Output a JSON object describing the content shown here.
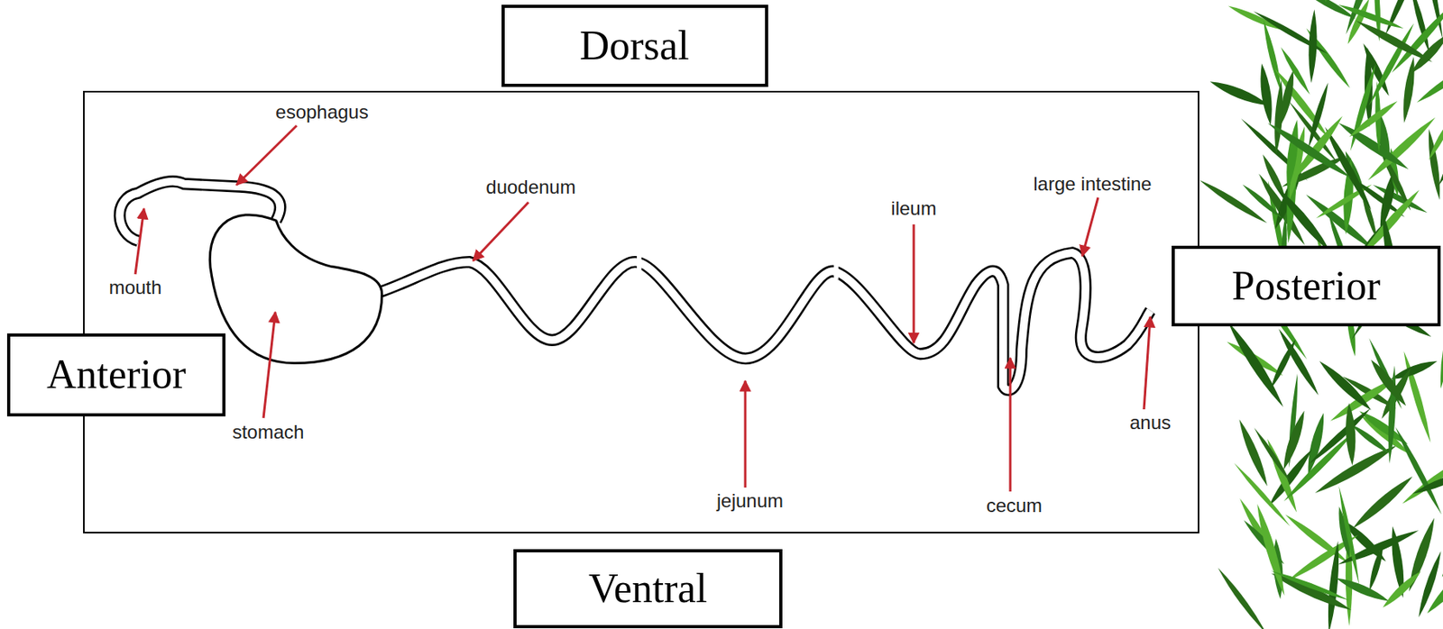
{
  "diagram": {
    "nodes": [
      {
        "text": [
          "Dorsal"
        ]
      },
      {
        "text": [
          "Anterior"
        ]
      },
      {
        "text": [
          "Posterior"
        ]
      },
      {
        "text": [
          "Ventral"
        ]
      }
    ],
    "labels": [
      "esophagus",
      "mouth",
      "duodenum",
      "ileum",
      "large intestine",
      "stomach",
      "jejunum",
      "cecum",
      "anus"
    ]
  }
}
